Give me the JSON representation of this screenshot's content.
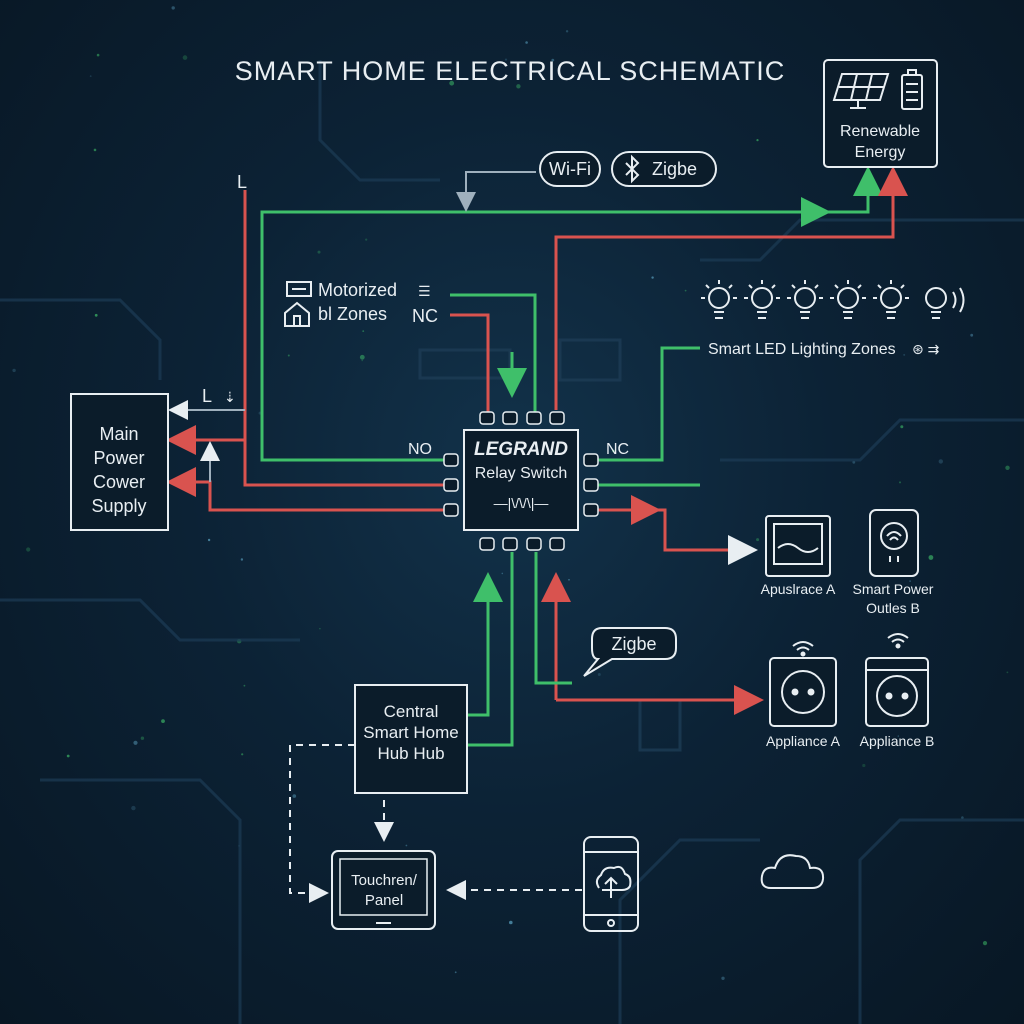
{
  "title": "SMART HOME ELECTRICAL SCHEMATIC",
  "colors": {
    "live": "#d9534f",
    "neutral": "#3fbf6a",
    "line": "#e8eef2"
  },
  "labels": {
    "l_top": "L",
    "l_side": "L",
    "no": "NO",
    "nc_right": "NC",
    "nc_motor": "NC"
  },
  "nodes": {
    "main_power": [
      "Main",
      "Power",
      "Cower",
      "Supply"
    ],
    "relay": {
      "brand": "LEGRAND",
      "name": "Relay Switch",
      "symbol": "—|\\/\\/\\|—"
    },
    "renewable": [
      "Renewable",
      "Energy"
    ],
    "hub": [
      "Central",
      "Smart Home",
      "Hub Hub"
    ],
    "touch": [
      "Touchren/",
      "Panel"
    ],
    "motorized": [
      "Motorized",
      "bl Zones"
    ],
    "lighting": "Smart LED Lighting Zones",
    "appliance_a_top": "Apuslrace A",
    "smart_outlet": [
      "Smart Power",
      "Outles B"
    ],
    "appliance_a": "Appliance A",
    "appliance_b": "Appliance B"
  },
  "protocols": {
    "wifi": "Wi-Fi",
    "zigbee_top": "Zigbe",
    "zigbee_mid": "Zigbe"
  },
  "icons": [
    "solar-panel-icon",
    "battery-icon",
    "bluetooth-icon",
    "bulb-icon",
    "outlet-icon",
    "washer-icon",
    "smartphone-icon",
    "cloud-icon",
    "home-icon",
    "wifi-icon"
  ]
}
